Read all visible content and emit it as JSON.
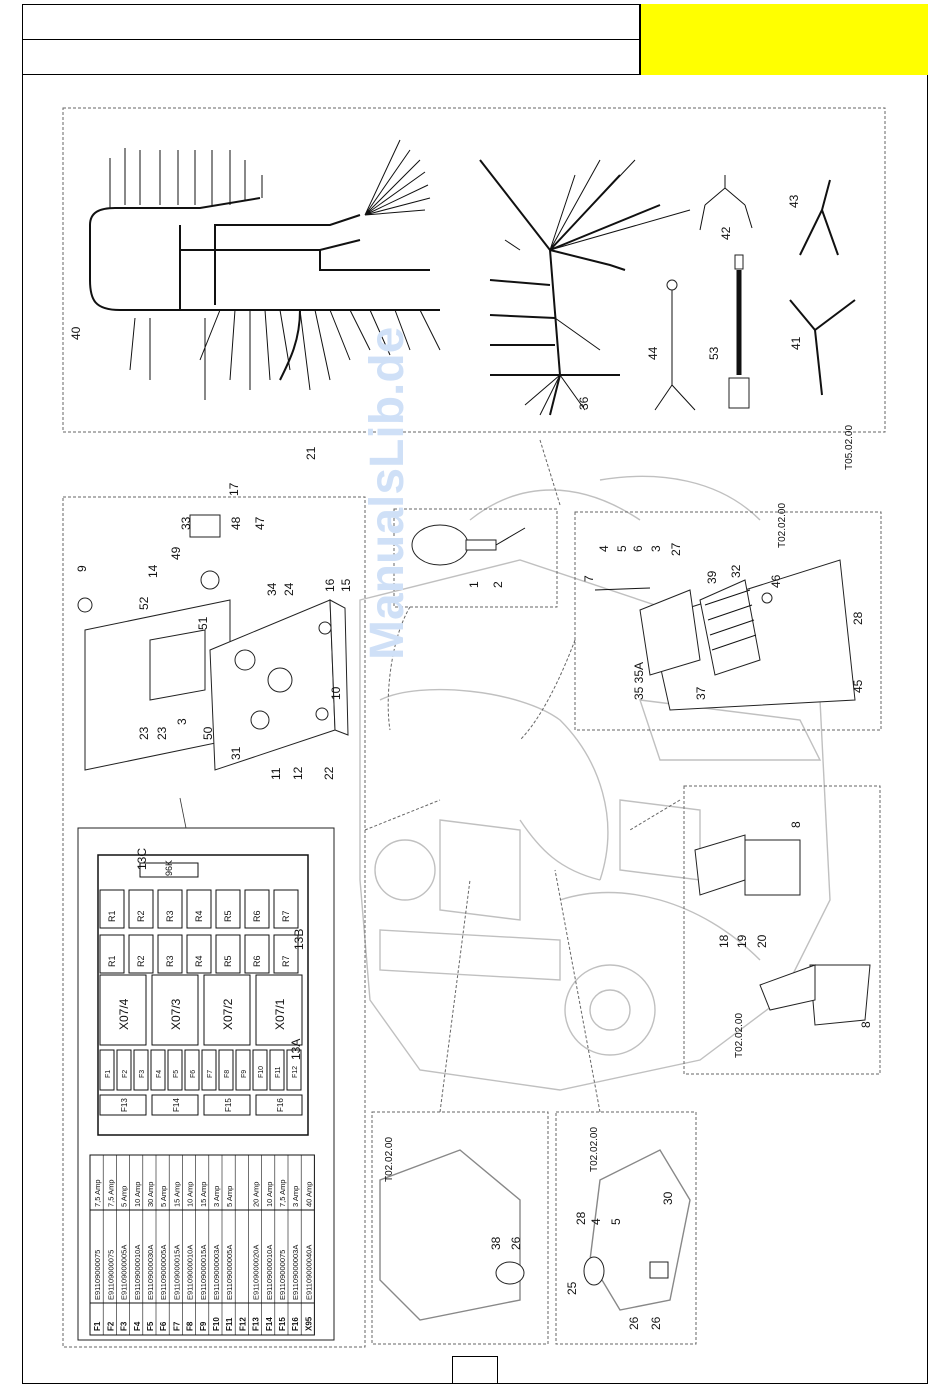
{
  "header": {
    "title_row1": "",
    "title_row2": "",
    "page_number": ""
  },
  "watermark": "ManualsLib.de",
  "references": {
    "harness": "T05.02.00",
    "battery": "T02.02.00",
    "bracket": "T02.02.00",
    "frame_left": "T02.02.00",
    "frame_right": "T02.02.00"
  },
  "callouts": [
    "1",
    "2",
    "3",
    "4",
    "5",
    "6",
    "7",
    "8",
    "9",
    "10",
    "11",
    "12",
    "13A",
    "13B",
    "13C",
    "14",
    "15",
    "16",
    "17",
    "18",
    "19",
    "20",
    "21",
    "22",
    "23",
    "24",
    "25",
    "26",
    "27",
    "28",
    "30",
    "31",
    "32",
    "33",
    "34",
    "35",
    "35A",
    "36",
    "37",
    "38",
    "39",
    "40",
    "41",
    "42",
    "43",
    "44",
    "45",
    "46",
    "47",
    "48",
    "49",
    "50",
    "51",
    "52",
    "53"
  ],
  "fuse_block": {
    "relay_labels": [
      "R1",
      "R2",
      "R3",
      "R4",
      "R5",
      "R6",
      "R7"
    ],
    "fuse_holder_labels": [
      "X07/4",
      "X07/3",
      "X07/2",
      "X07/1"
    ],
    "fuse_strip_labels": [
      "F1",
      "F2",
      "F3",
      "F4",
      "F5",
      "F6",
      "F7",
      "F8",
      "F9",
      "F10",
      "F11",
      "F12",
      "F13",
      "F14",
      "F15",
      "F16"
    ],
    "diode_label": "96K"
  },
  "fuse_table": [
    {
      "fuse": "F1",
      "part": "E91109000075",
      "rating": "7,5 Amp"
    },
    {
      "fuse": "F2",
      "part": "E91109000075",
      "rating": "7,5 Amp"
    },
    {
      "fuse": "F3",
      "part": "E91109000005A",
      "rating": "5 Amp"
    },
    {
      "fuse": "F4",
      "part": "E91109000010A",
      "rating": "10 Amp"
    },
    {
      "fuse": "F5",
      "part": "E91109000030A",
      "rating": "30 Amp"
    },
    {
      "fuse": "F6",
      "part": "E91109000005A",
      "rating": "5 Amp"
    },
    {
      "fuse": "F7",
      "part": "E91109000015A",
      "rating": "15 Amp"
    },
    {
      "fuse": "F8",
      "part": "E91109000010A",
      "rating": "10 Amp"
    },
    {
      "fuse": "F9",
      "part": "E91109000015A",
      "rating": "15 Amp"
    },
    {
      "fuse": "F10",
      "part": "E91109000003A",
      "rating": "3 Amp"
    },
    {
      "fuse": "F11",
      "part": "E91109000005A",
      "rating": "5 Amp"
    },
    {
      "fuse": "F12",
      "part": "",
      "rating": ""
    },
    {
      "fuse": "F13",
      "part": "E91109000020A",
      "rating": "20 Amp"
    },
    {
      "fuse": "F14",
      "part": "E91109000010A",
      "rating": "10 Amp"
    },
    {
      "fuse": "F15",
      "part": "E91109000075",
      "rating": "7,5 Amp"
    },
    {
      "fuse": "F16",
      "part": "E91109000003A",
      "rating": "3 Amp"
    },
    {
      "fuse": "X95",
      "part": "E91109000040A",
      "rating": "40 Amp"
    }
  ],
  "colors": {
    "header_accent": "#ffff00",
    "line": "#111111",
    "ghost": "#c8c8c8",
    "watermark": "#cfe0f7"
  }
}
